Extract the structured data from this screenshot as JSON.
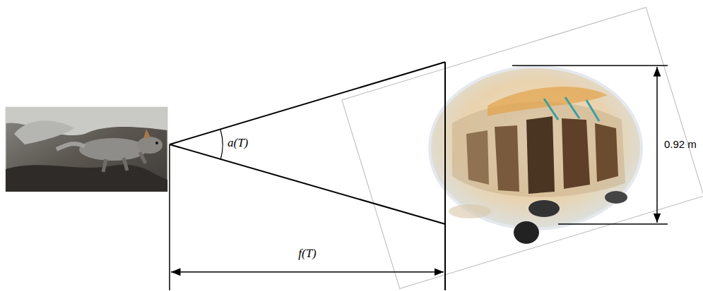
{
  "diagram": {
    "labels": [
      "a(T)",
      "f(T)",
      "0.92 m"
    ]
  }
}
